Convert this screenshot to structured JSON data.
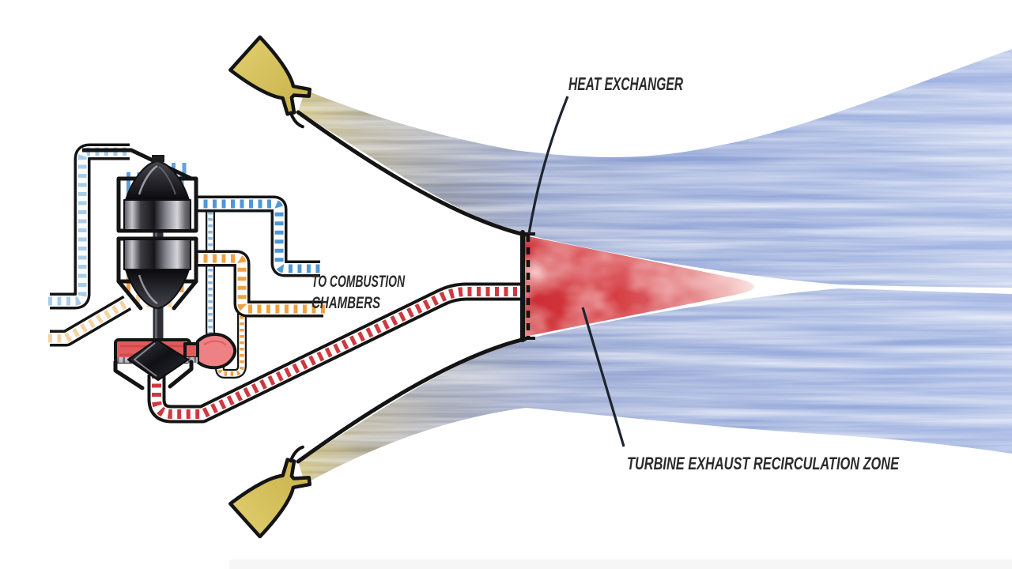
{
  "labels": {
    "heat_exchanger": "HEAT EXCHANGER",
    "to_combustion_line1": "TO COMBUSTION",
    "to_combustion_line2": "CHAMBERS",
    "recirculation_zone": "TURBINE EXHAUST RECIRCULATION ZONE"
  },
  "colors": {
    "background": "#ffffff",
    "outline_black": "#141414",
    "label_text": "#2b2b2b",
    "leader_line": "#1d2530",
    "pale_blue_flow": "#a9cde9",
    "blue_flow": "#4f97d7",
    "orange_flow": "#efa143",
    "pale_orange_flow": "#f4d3a3",
    "red_flow": "#ce393f",
    "turbine_housing_red": "#e05c5c",
    "gas_generator_pink": "#ee8184",
    "combustion_chamber_gold": "#d9c258",
    "plume_gold": "#c9b868",
    "plume_grey": "#969aa6",
    "plume_blue": "#8fa3d6",
    "recirculation_red": "#cc2e34"
  }
}
